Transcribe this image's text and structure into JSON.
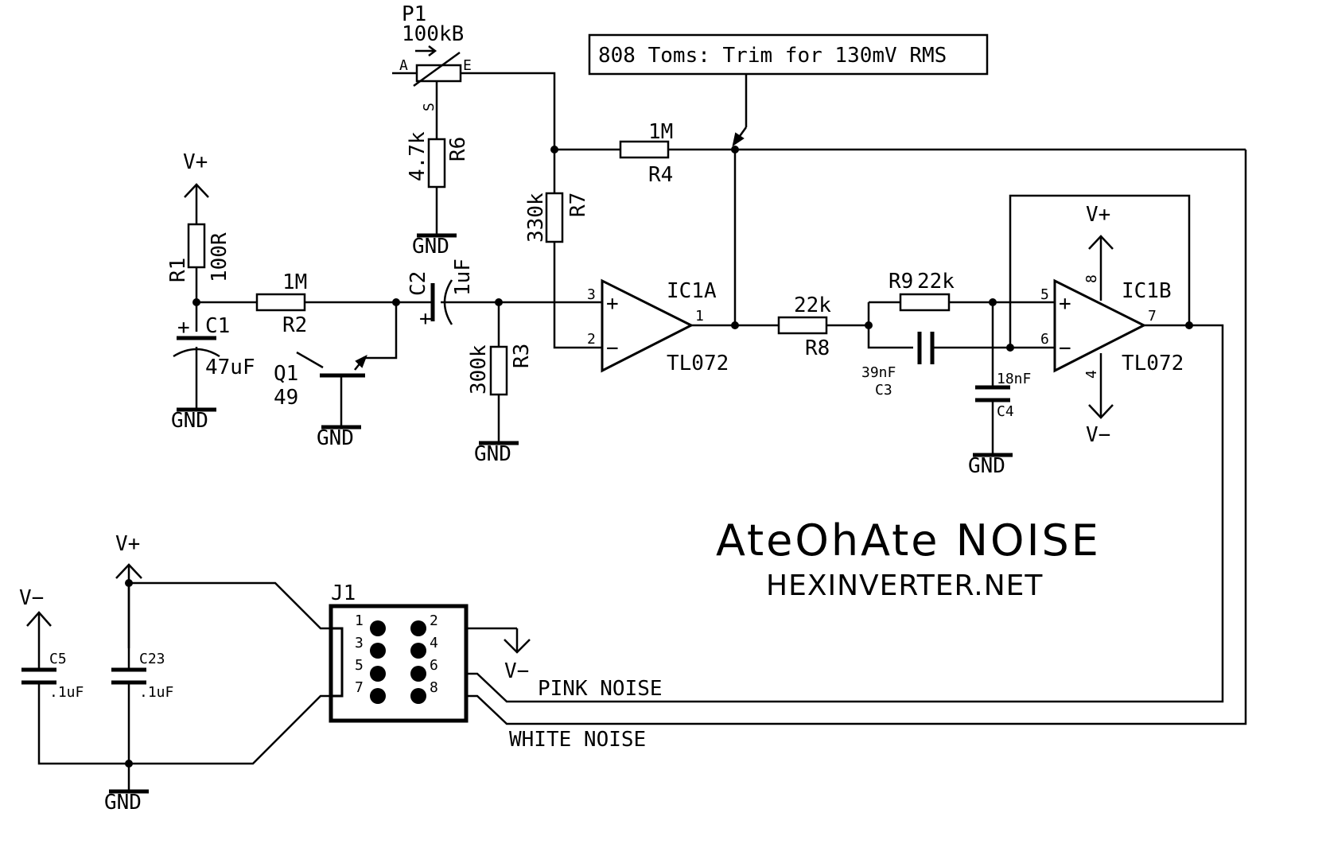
{
  "title": "AteOhAte NOISE",
  "subtitle": "HEXINVERTER.NET",
  "note": "808 Toms: Trim for 130mV RMS",
  "rails": {
    "vplus": "V+",
    "vminus": "V−",
    "gnd": "GND"
  },
  "components": {
    "p1": {
      "ref": "P1",
      "value": "100kB",
      "pin_a": "A",
      "pin_e": "E",
      "pin_s": "S"
    },
    "r1": {
      "ref": "R1",
      "value": "100R"
    },
    "r2": {
      "ref": "R2",
      "value": "1M"
    },
    "r3": {
      "ref": "R3",
      "value": "300k"
    },
    "r4": {
      "ref": "R4",
      "value": "1M"
    },
    "r6": {
      "ref": "R6",
      "value": "4.7k"
    },
    "r7": {
      "ref": "R7",
      "value": "330k"
    },
    "r8": {
      "ref": "R8",
      "value": "22k"
    },
    "r9": {
      "ref": "R9",
      "value": "22k"
    },
    "c1": {
      "ref": "C1",
      "value": "47uF"
    },
    "c2": {
      "ref": "C2",
      "value": "1uF"
    },
    "c3": {
      "ref": "C3",
      "value": "39nF"
    },
    "c4": {
      "ref": "C4",
      "value": "18nF"
    },
    "c5": {
      "ref": "C5",
      "value": ".1uF"
    },
    "c23": {
      "ref": "C23",
      "value": ".1uF"
    },
    "q1": {
      "ref": "Q1",
      "value": "49"
    },
    "ic1a": {
      "ref": "IC1A",
      "part": "TL072",
      "pin_plus": "3",
      "pin_minus": "2",
      "pin_out": "1"
    },
    "ic1b": {
      "ref": "IC1B",
      "part": "TL072",
      "pin_plus": "5",
      "pin_minus": "6",
      "pin_out": "7",
      "pin_vplus": "8",
      "pin_vminus": "4"
    },
    "j1": {
      "ref": "J1",
      "pins": [
        "1",
        "2",
        "3",
        "4",
        "5",
        "6",
        "7",
        "8"
      ]
    }
  },
  "nets": {
    "pink": "PINK NOISE",
    "white": "WHITE NOISE"
  }
}
